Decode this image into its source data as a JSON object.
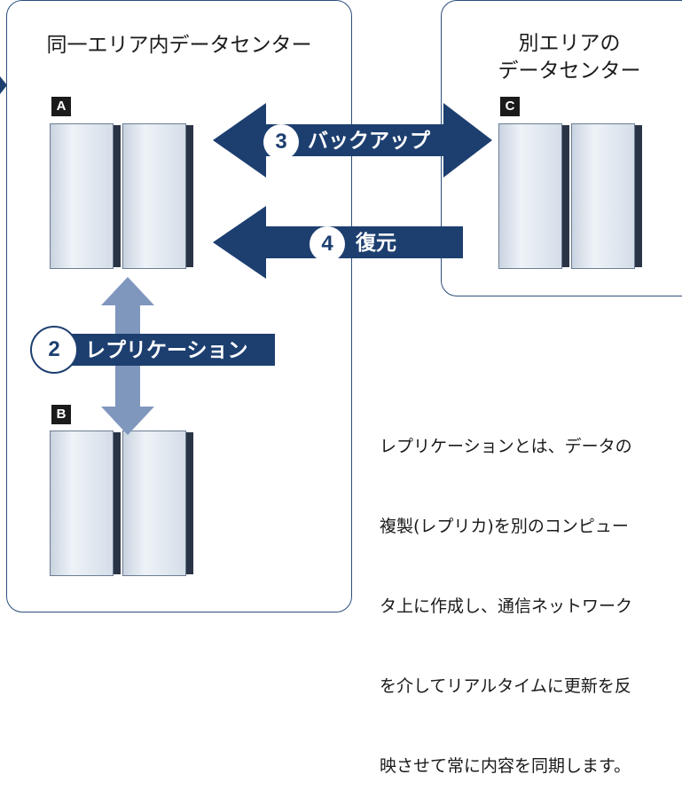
{
  "boxes": {
    "same_area": {
      "title": "同一エリア内データセンター"
    },
    "other_area": {
      "title_line1": "別エリアの",
      "title_line2": "データセンター"
    }
  },
  "servers": {
    "a": {
      "tag": "A"
    },
    "b": {
      "tag": "B"
    },
    "c": {
      "tag": "C"
    }
  },
  "steps": {
    "backup": {
      "num": "3",
      "label": "バックアップ"
    },
    "restore": {
      "num": "4",
      "label": "復元"
    },
    "replication": {
      "num": "2",
      "label": "レプリケーション"
    }
  },
  "description": {
    "lines": [
      "レプリケーションとは、データの",
      "複製(レプリカ)を別のコンピュー",
      "タ上に作成し、通信ネットワーク",
      "を介してリアルタイムに更新を反",
      "映させて常に内容を同期します。"
    ]
  },
  "colors": {
    "border": "#2b4f7c",
    "arrow_dark": "#1d3f70",
    "arrow_light": "#7f96bd"
  }
}
